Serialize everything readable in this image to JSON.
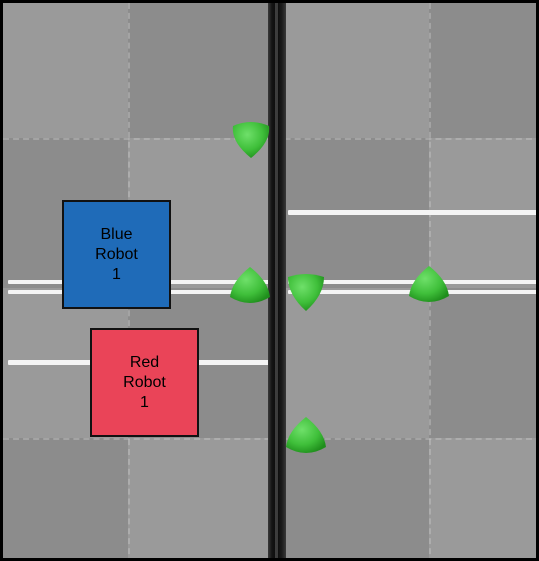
{
  "robots": {
    "blue": {
      "line1": "Blue",
      "line2": "Robot",
      "line3": "1",
      "color": "#1f6bb8"
    },
    "red": {
      "line1": "Red",
      "line2": "Robot",
      "line3": "1",
      "color": "#ea4458"
    }
  },
  "field": {
    "cone_color": "#3fbf3a",
    "tape_color": "#f4f4f4",
    "barrier_color": "#111111"
  }
}
